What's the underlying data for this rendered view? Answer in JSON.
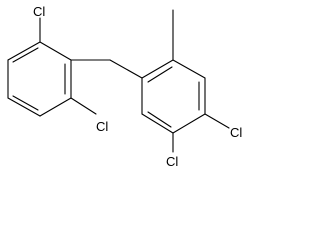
{
  "molecule": {
    "atom_labels": {
      "cl_top_left": "Cl",
      "cl_bottom_left": "Cl",
      "cl_right": "Cl",
      "cl_bottom_right": "Cl"
    }
  },
  "colors": {
    "bond": "#000000",
    "label": "#000000",
    "background": "#ffffff"
  }
}
